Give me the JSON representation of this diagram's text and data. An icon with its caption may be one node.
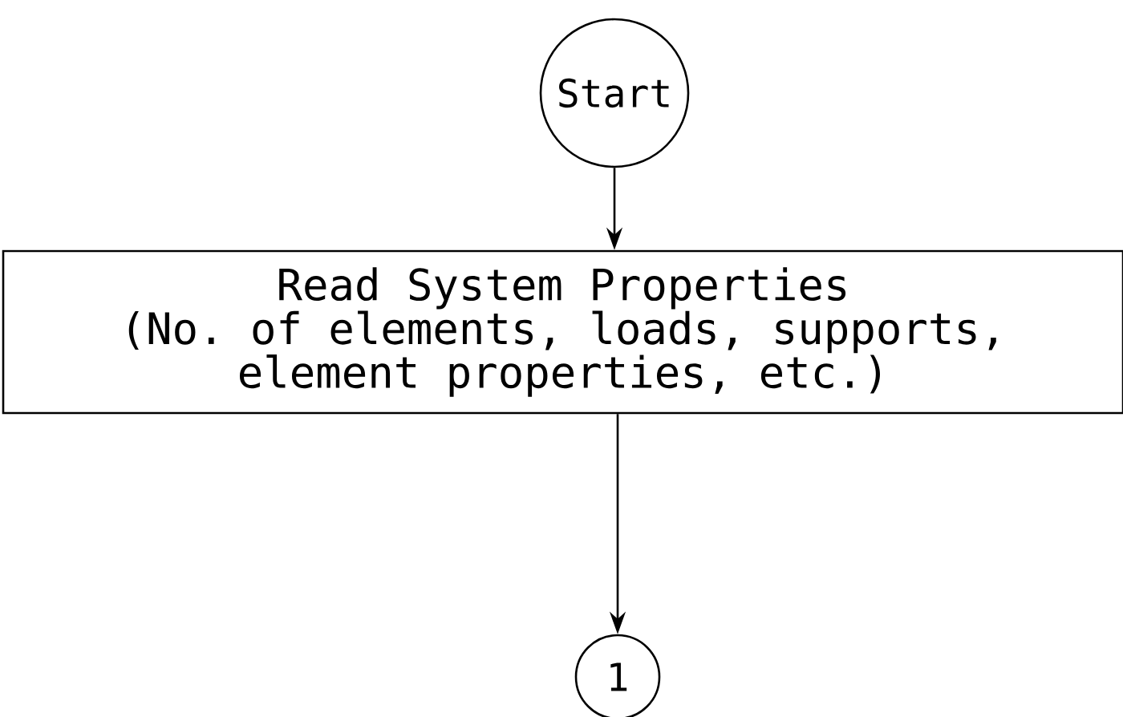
{
  "diagram": {
    "nodes": [
      {
        "text": [
          "Start"
        ]
      },
      {
        "text": [
          "Read System Properties",
          "(No. of elements, loads, supports, element properties, etc.)"
        ]
      },
      {
        "text": [
          "1"
        ]
      }
    ],
    "edges": [
      {
        "from": 0,
        "to": 1,
        "arrow": "to"
      },
      {
        "from": 1,
        "to": 2,
        "arrow": "to"
      }
    ]
  }
}
